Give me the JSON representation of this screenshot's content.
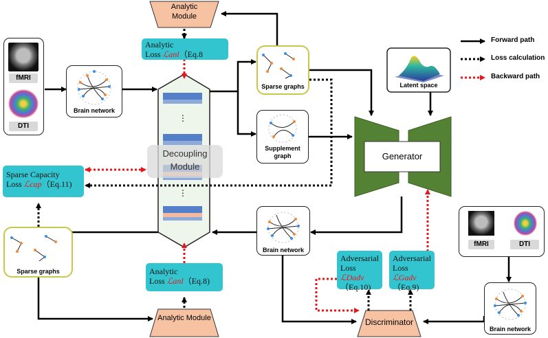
{
  "analytic_module_top": "Analytic Module",
  "analytic_module_bottom": "Analytic Module",
  "loss_anl_top": {
    "line1": "Analytic",
    "line2_prefix": "Loss ",
    "symbol": "ℒanl",
    "eq": "（Eq.8"
  },
  "loss_anl_bottom": {
    "line1": "Analytic",
    "line2_prefix": "Loss ",
    "symbol": "ℒanl",
    "eq": "（Eq.8)"
  },
  "loss_cap": {
    "line1": "Sparse Capacity",
    "line2_prefix": "Loss ",
    "symbol": "ℒcap",
    "eq": "（Eq.11)"
  },
  "loss_adv_d": {
    "line1": "Adversarial",
    "line2_prefix": "Loss ",
    "symbol": "ℒDadv",
    "eq": "（Eq.10)"
  },
  "loss_adv_g": {
    "line1": "Adversarial",
    "line2_prefix": "Loss ",
    "symbol": "ℒGadv",
    "eq": "（Eq.9)"
  },
  "inputs_left": {
    "fmri": "fMRI",
    "dti": "DTI"
  },
  "inputs_right": {
    "fmri": "fMRI",
    "dti": "DTI"
  },
  "brain_network_1": "Brain network",
  "brain_network_2": "Brain network",
  "brain_network_3": "Brain network",
  "sparse_graphs_top": "Sparse graphs",
  "sparse_graphs_left": "Sparse graphs",
  "supplement_graph": "Supplement graph",
  "latent_space": "Latent space",
  "decoupling_module": "Decoupling Module",
  "generator": "Generator",
  "discriminator": "Discriminator",
  "legend": {
    "forward": "Forward path",
    "loss": "Loss calculation",
    "backward": "Backward path"
  },
  "colors": {
    "loss_box": "#33c5cf",
    "module": "#f6c2a2",
    "generator": "#548235",
    "forward": "#000000",
    "backward": "#e8161a",
    "sparse_border": "#c9c64a"
  }
}
